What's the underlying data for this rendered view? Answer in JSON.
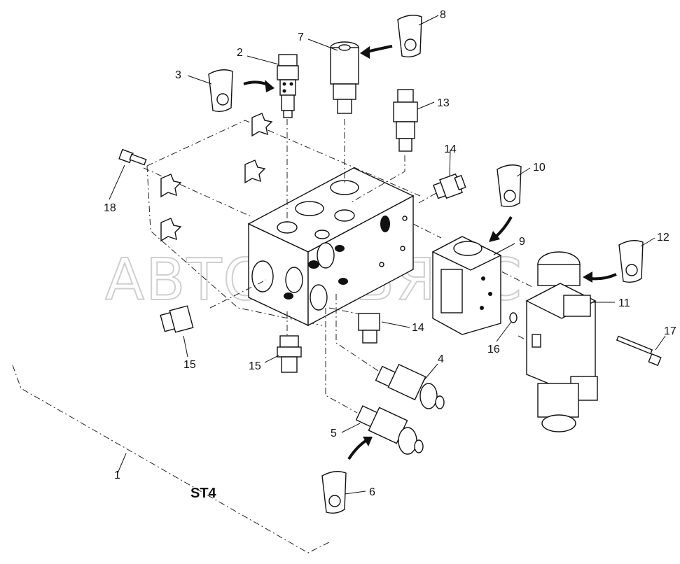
{
  "diagram": {
    "watermark": "АВТОАЛЬЯНС",
    "assembly_label": "ST4",
    "callouts": {
      "c1": "1",
      "c2": "2",
      "c3": "3",
      "c4": "4",
      "c5": "5",
      "c6": "6",
      "c7": "7",
      "c8": "8",
      "c9": "9",
      "c10": "10",
      "c11": "11",
      "c12": "12",
      "c13": "13",
      "c14a": "14",
      "c14b": "14",
      "c15a": "15",
      "c15b": "15",
      "c16": "16",
      "c17": "17",
      "c18": "18"
    }
  }
}
